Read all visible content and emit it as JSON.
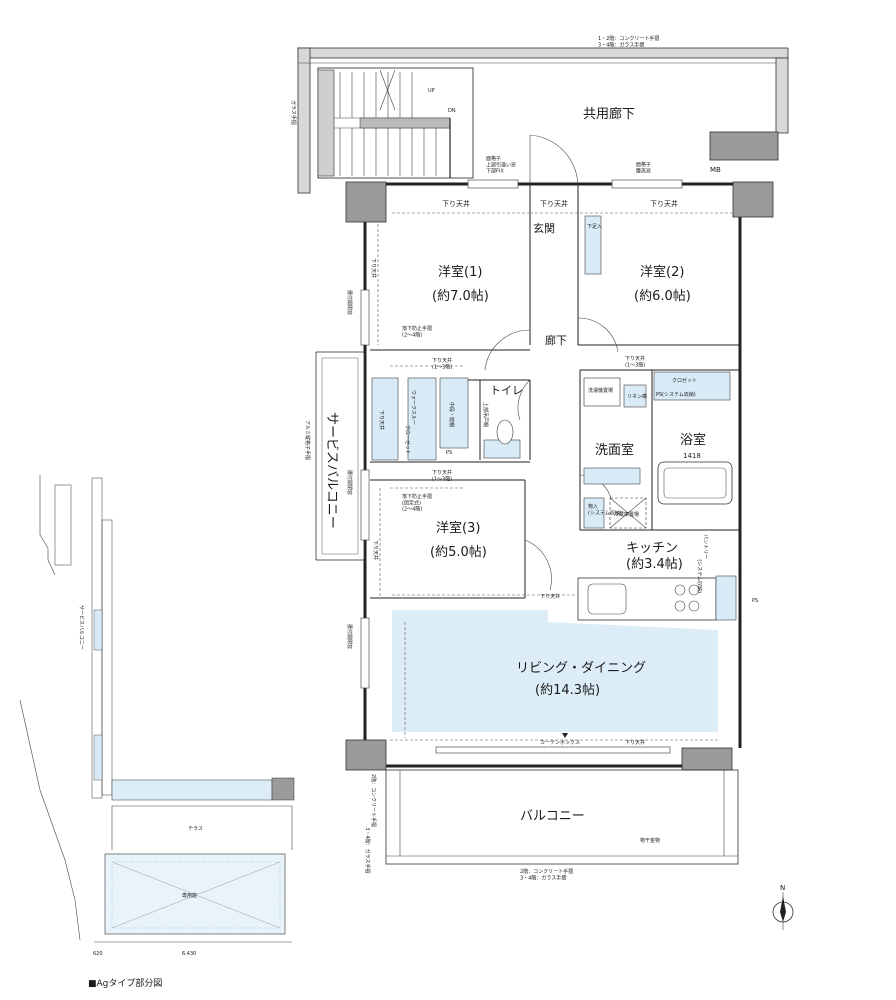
{
  "labels": {
    "top_rail": "1・2階：コンクリート手摺\n3・4階：ガラス手摺",
    "glass_rail": "ガラス手摺",
    "up": "UP",
    "dn": "DN",
    "common_corridor": "共用廊下",
    "mb": "MB",
    "window_left": "面格子\n上部引違い窓\n下部FIX",
    "window_right": "面格子\n腰高窓",
    "drop_ceiling": "下り天井",
    "entrance": "玄関",
    "shoe_box": "下足入",
    "room1": "洋室(1)",
    "room1_area": "(約7.0帖)",
    "room2": "洋室(2)",
    "room2_area": "(約6.0帖)",
    "fall_rail_1": "落下防止手摺\n(2～4階)",
    "corridor": "廊下",
    "drop_ceiling_13": "下り天井\n(1～3階)",
    "walkthrough_closet": "ウォークスルー\nクローゼット",
    "upper_shelf": "中段・枕棚",
    "toilet": "トイレ",
    "toilet_cabinet": "上部吊戸棚",
    "ps": "PS",
    "closet": "クロゼット",
    "closet_system": "(システム収納)",
    "linen": "リネン庫",
    "washer": "洗濯機置場",
    "washroom": "洗面室",
    "bath": "浴室",
    "bath_size": "1418",
    "service_balcony": "サービスバルコニー",
    "alum_rail": "アルミ縦格子手摺",
    "fixed_window": "腰付開閉窓",
    "room3": "洋室(3)",
    "room3_area": "(約5.0帖)",
    "fall_rail_2": "落下防止手摺\n(固定式)\n(2～4階)",
    "storage": "物入\n(システム収納)",
    "fridge": "冷蔵庫置場",
    "kitchen": "キッチン",
    "kitchen_area": "(約3.4帖)",
    "pantry": "パントリー\n(システム収納)",
    "living": "リビング・ダイニング",
    "living_area": "(約14.3帖)",
    "curtain_box": "カーテンボックス",
    "balcony_rail_left": "2階：コンクリート手摺\n3・4階：ガラス手摺",
    "balcony": "バルコニー",
    "drying": "物干金物",
    "bottom_rail": "2階：コンクリート手摺\n3・4階：ガラス手摺",
    "north": "N",
    "inset_caption": "■Agタイプ部分図",
    "inset_service_balcony": "サービスバルコニー",
    "inset_terrace": "テラス",
    "inset_private_garden": "専用庭",
    "inset_dim1": "620",
    "inset_dim2": "6,430"
  }
}
